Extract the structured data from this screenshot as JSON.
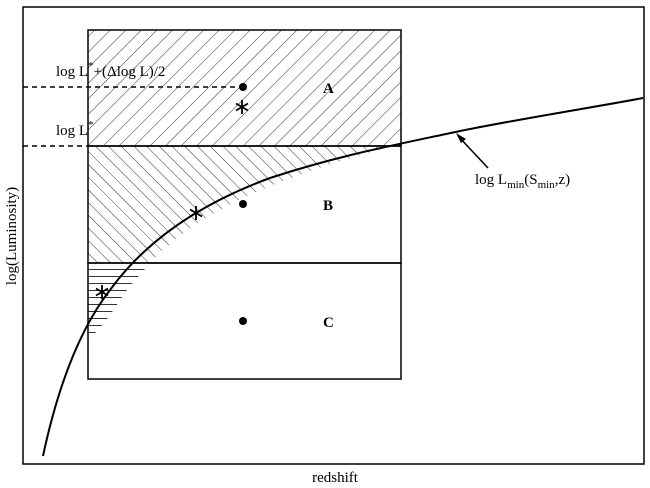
{
  "figure": {
    "x_axis_label": "redshift",
    "y_axis_label": "log(Luminosity)",
    "regions": [
      {
        "id": "A",
        "label": "A"
      },
      {
        "id": "B",
        "label": "B"
      },
      {
        "id": "C",
        "label": "C"
      }
    ],
    "level_labels": {
      "upper": {
        "base": "log L",
        "sup": "*",
        "tail": "+(Δlog L)/2"
      },
      "lower": {
        "base": "log L",
        "sup": "*"
      }
    },
    "curve_label": {
      "base": "log L",
      "sub1": "min",
      "mid": "(S",
      "sub2": "min",
      "tail": ",z)"
    }
  }
}
